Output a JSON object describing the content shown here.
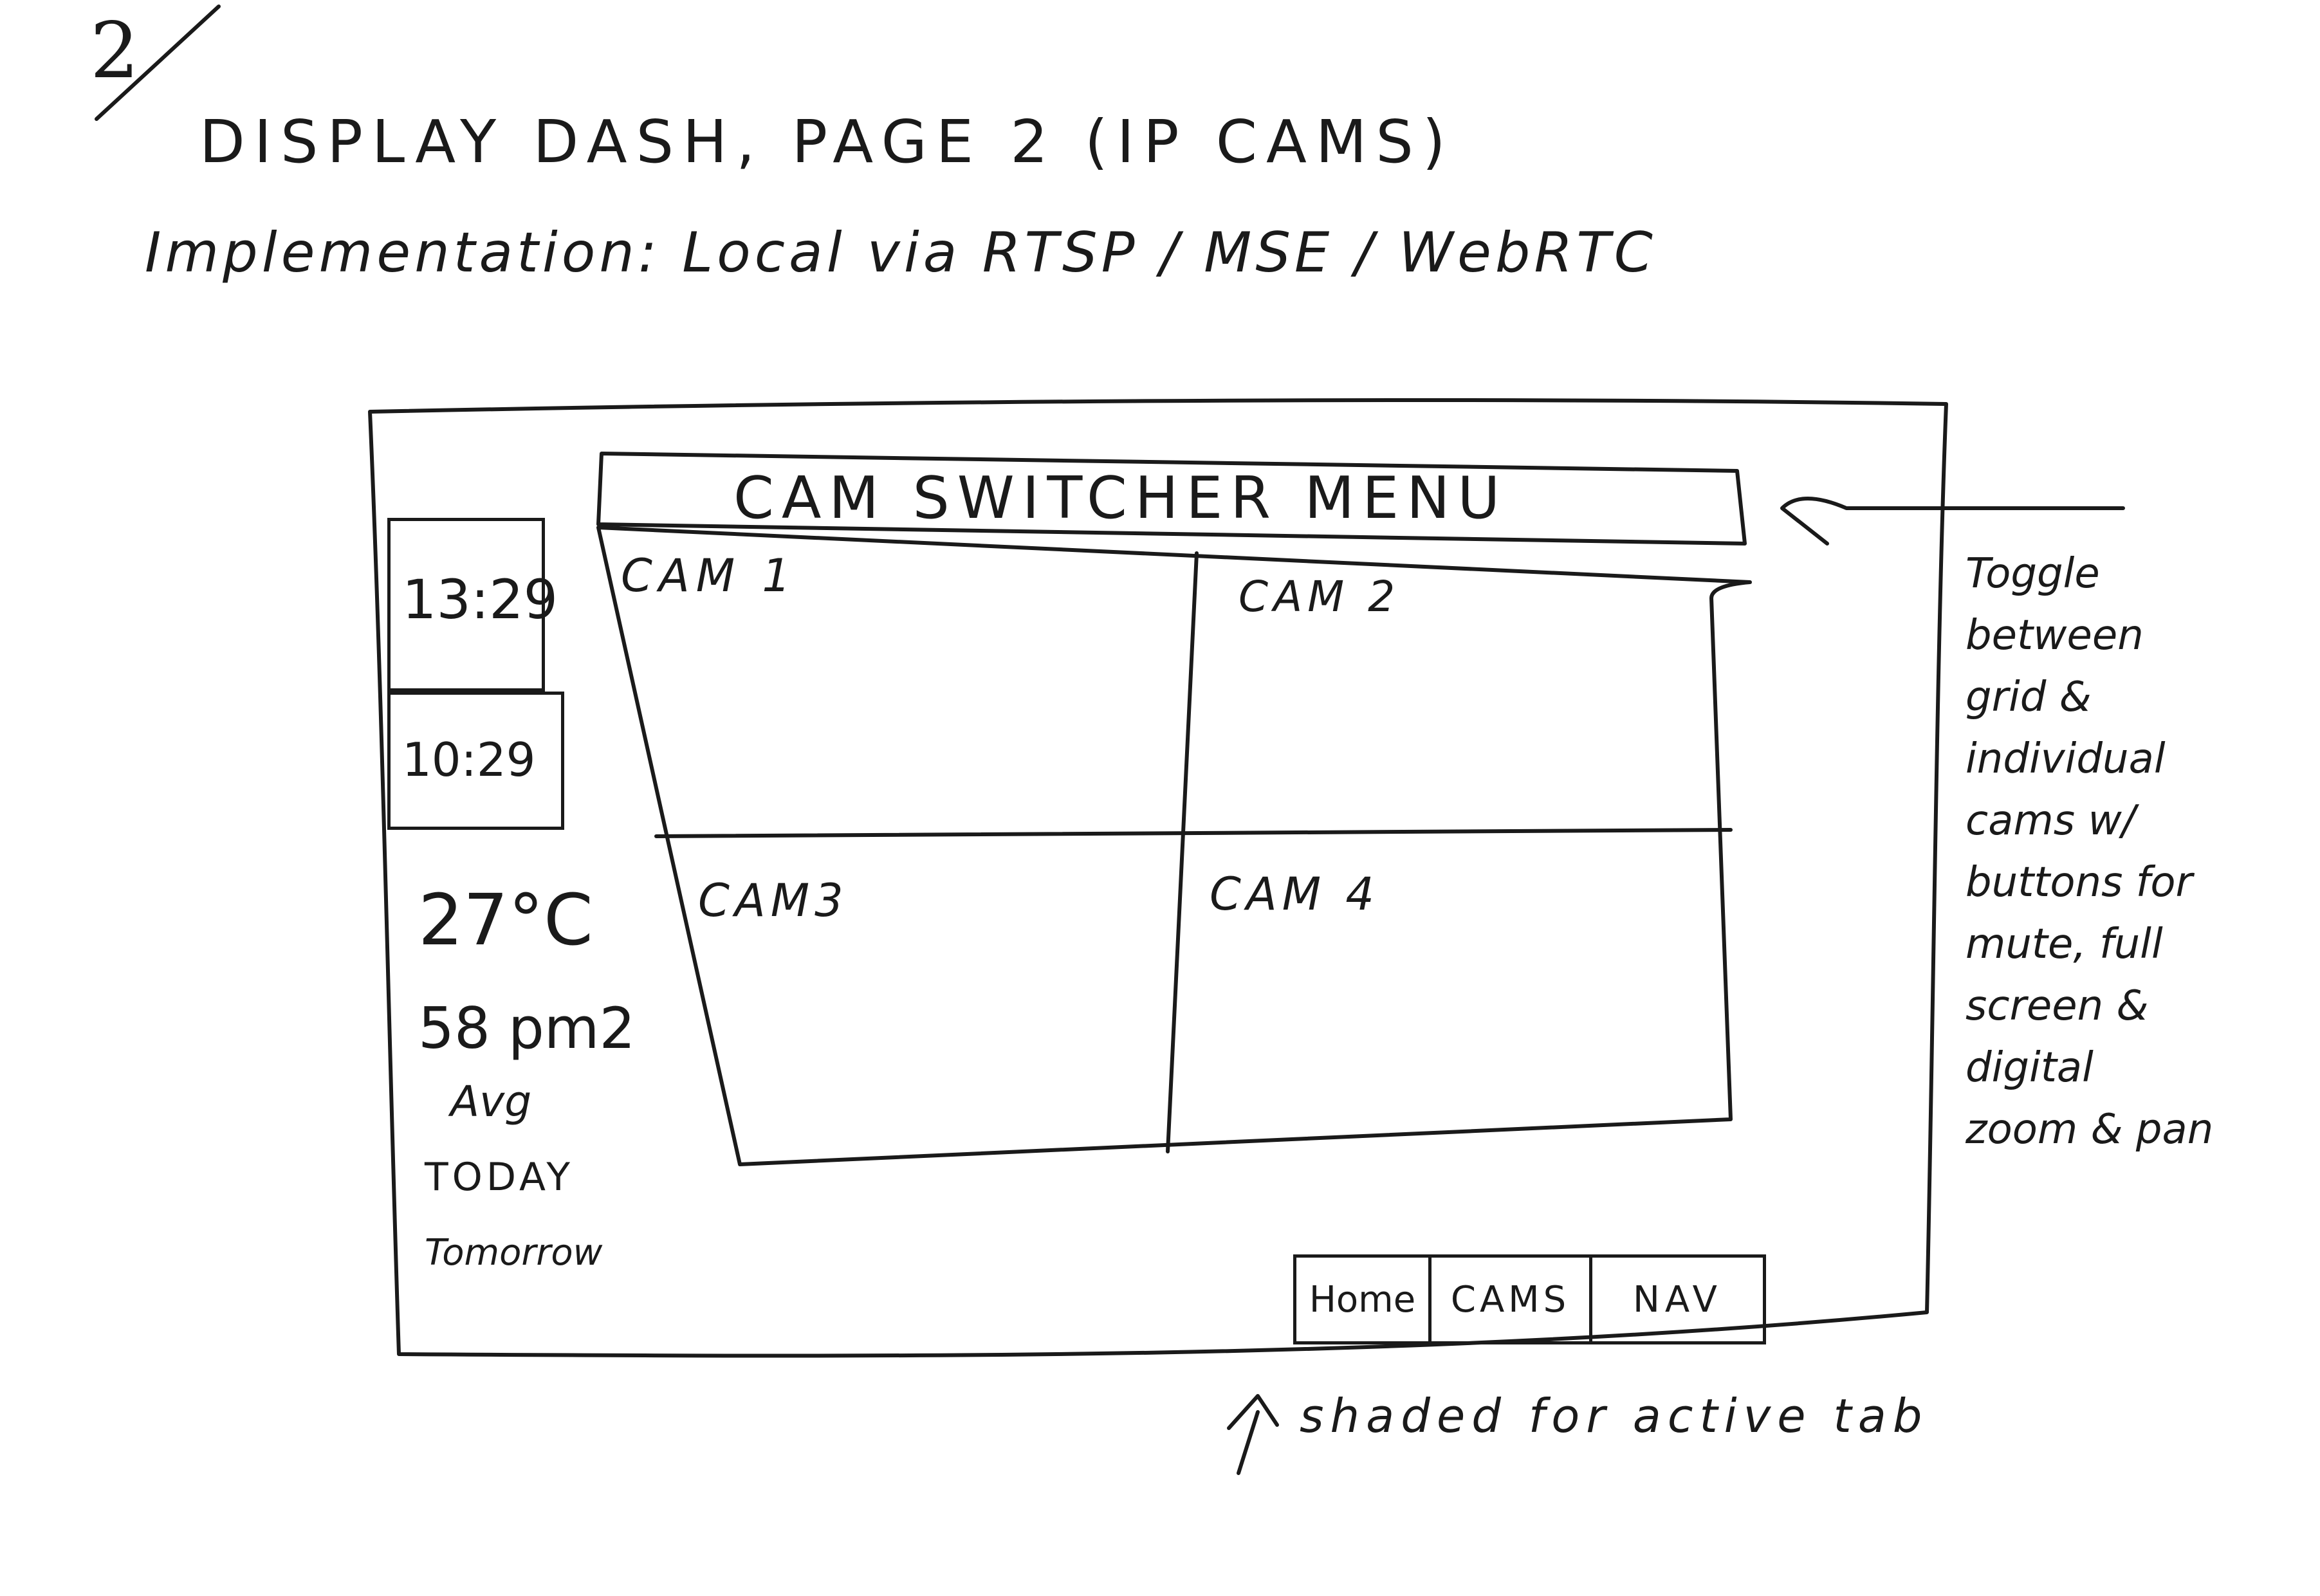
{
  "page_number": "2",
  "title": "DISPLAY DASH, PAGE 2 (IP CAMS)",
  "implementation": "Implementation: Local via RTSP / MSE / WebRTC",
  "sidebar": {
    "clock_primary": "13:29",
    "clock_secondary": "10:29",
    "temperature": "27°C",
    "aqi": "58 pm2",
    "aqi_period": "Avg",
    "forecast_today": "TODAY",
    "forecast_tomorrow": "Tomorrow"
  },
  "cam_menu": {
    "label": "CAM SWITCHER MENU"
  },
  "cams": [
    {
      "label": "CAM 1"
    },
    {
      "label": "CAM 2"
    },
    {
      "label": "CAM3"
    },
    {
      "label": "CAM 4"
    }
  ],
  "tabs": [
    {
      "label": "Home"
    },
    {
      "label": "CAMS"
    },
    {
      "label": "NAV"
    }
  ],
  "annotations": {
    "toggle_note": [
      "Toggle",
      "between",
      "grid &",
      "individual",
      "cams w/",
      "buttons for",
      "mute, full",
      "screen &",
      "digital",
      "zoom & pan"
    ],
    "tab_note": "shaded for active tab"
  }
}
